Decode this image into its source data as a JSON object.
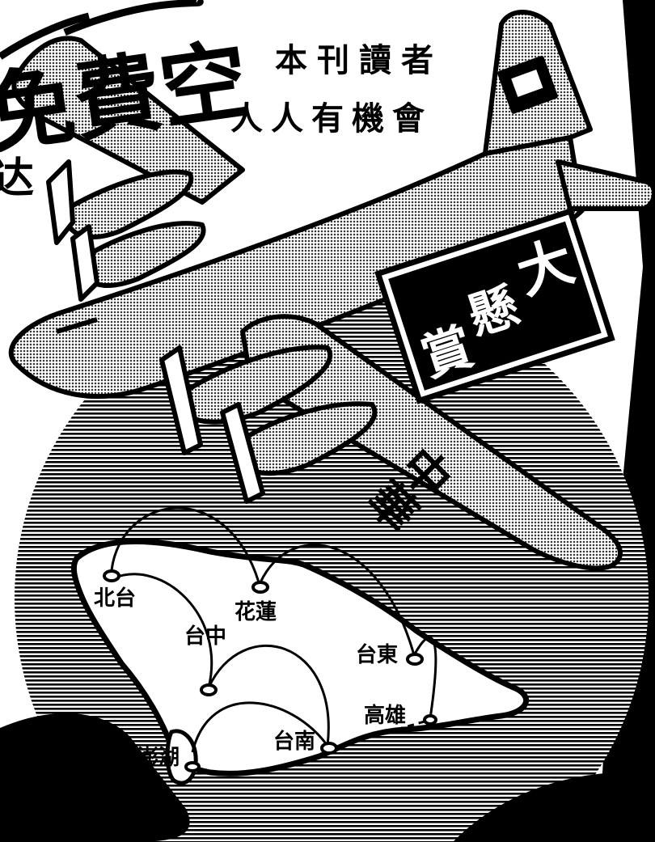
{
  "headline": {
    "main": "免費空",
    "fragment": "达",
    "line1": "本刊讀者",
    "line2": "人人有機會"
  },
  "prize_box": {
    "line1": "大",
    "line2": "懸",
    "line3": "賞"
  },
  "fuselage_text": "中華",
  "cities": {
    "taipei": "北台",
    "hualien": "花蓮",
    "taichung": "台中",
    "taitung": "台東",
    "kaohsiung": "高雄",
    "tainan": "台南",
    "penghu": "澎湖"
  },
  "colors": {
    "ink": "#000000",
    "paper": "#ffffff",
    "halftone": "#9a9a9a"
  }
}
